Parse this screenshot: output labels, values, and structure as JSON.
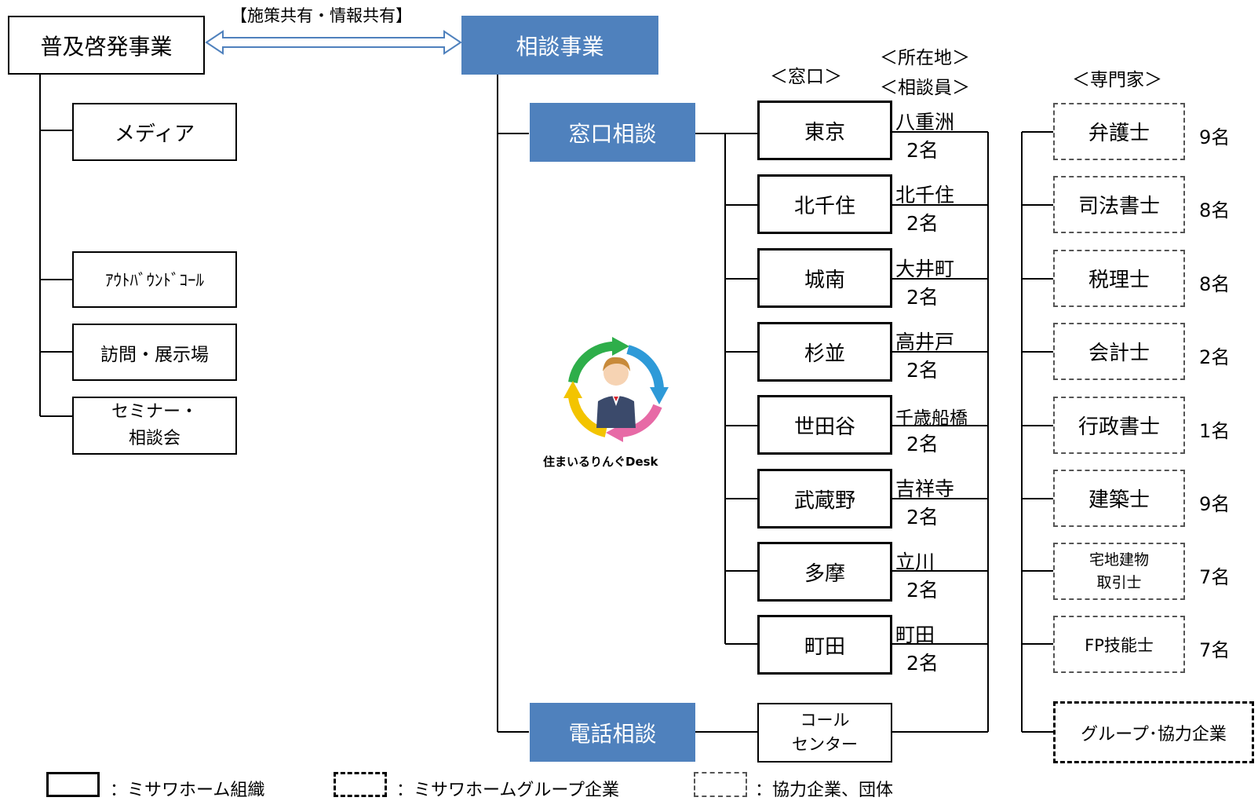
{
  "top": {
    "left_box": "普及啓発事業",
    "arrow_label": "【施策共有・情報共有】",
    "right_box": "相談事業"
  },
  "outreach": [
    "メディア",
    "ｱｳﾄﾊﾞｳﾝﾄﾞｺｰﾙ",
    "訪問・展示場",
    "セミナー・\n相談会"
  ],
  "consult": {
    "window": "窓口相談",
    "phone": "電話相談"
  },
  "headers": {
    "window": "＜窓口＞",
    "location_line1": "＜所在地＞",
    "location_line2": "＜相談員＞",
    "experts": "＜専門家＞"
  },
  "offices": [
    {
      "name": "東京",
      "location": "八重洲",
      "staff": "2名"
    },
    {
      "name": "北千住",
      "location": "北千住",
      "staff": "2名"
    },
    {
      "name": "城南",
      "location": "大井町",
      "staff": "2名"
    },
    {
      "name": "杉並",
      "location": "高井戸",
      "staff": "2名"
    },
    {
      "name": "世田谷",
      "location": "千歳船橋",
      "staff": "2名"
    },
    {
      "name": "武蔵野",
      "location": "吉祥寺",
      "staff": "2名"
    },
    {
      "name": "多摩",
      "location": "立川",
      "staff": "2名"
    },
    {
      "name": "町田",
      "location": "町田",
      "staff": "2名"
    }
  ],
  "call_center": "コール\nセンター",
  "experts": [
    {
      "name": "弁護士",
      "count": "9名"
    },
    {
      "name": "司法書士",
      "count": "8名"
    },
    {
      "name": "税理士",
      "count": "8名"
    },
    {
      "name": "会計士",
      "count": "2名"
    },
    {
      "name": "行政書士",
      "count": "1名"
    },
    {
      "name": "建築士",
      "count": "9名"
    },
    {
      "name": "宅地建物\n取引士",
      "count": "7名"
    },
    {
      "name": "FP技能士",
      "count": "7名"
    }
  ],
  "group_partner": "グループ･協力企業",
  "logo_text": "住まいるりんぐDesk",
  "legend": {
    "org": "：ミサワホーム組織",
    "group": "：ミサワホームグループ企業",
    "partner": "：協力企業、団体"
  },
  "colors": {
    "accent_blue": "#4f81bd",
    "arrow_green": "#2eae4a",
    "arrow_blue": "#2e9ad8",
    "arrow_pink": "#e76aa6",
    "arrow_yellow": "#f3c400"
  }
}
